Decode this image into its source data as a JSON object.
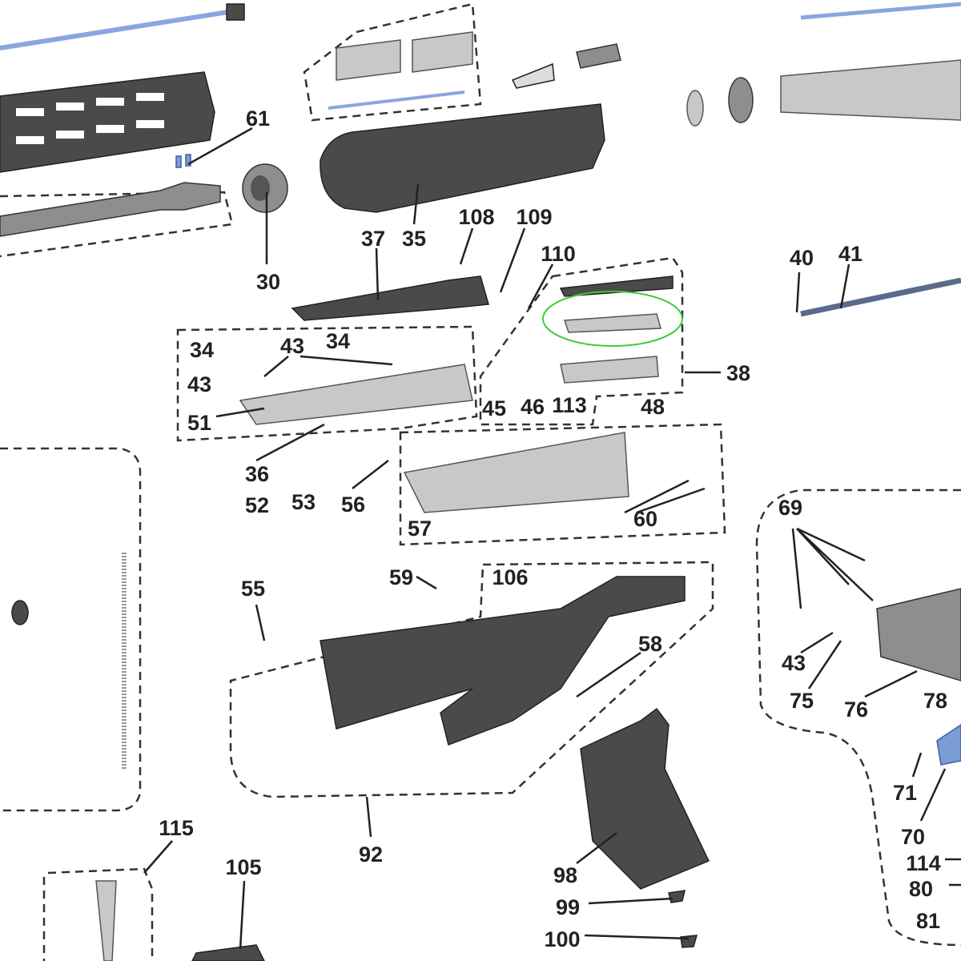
{
  "title": "Exploded parts diagram",
  "highlight_color": "#3ccc3c",
  "labels": [
    "61",
    "30",
    "37",
    "35",
    "108",
    "109",
    "110",
    "40",
    "41",
    "38",
    "34",
    "43",
    "34",
    "43",
    "51",
    "45",
    "46",
    "113",
    "48",
    "36",
    "52",
    "53",
    "56",
    "57",
    "60",
    "69",
    "55",
    "59",
    "106",
    "58",
    "43",
    "75",
    "76",
    "78",
    "71",
    "70",
    "115",
    "105",
    "92",
    "98",
    "99",
    "100",
    "114",
    "80",
    "81"
  ]
}
